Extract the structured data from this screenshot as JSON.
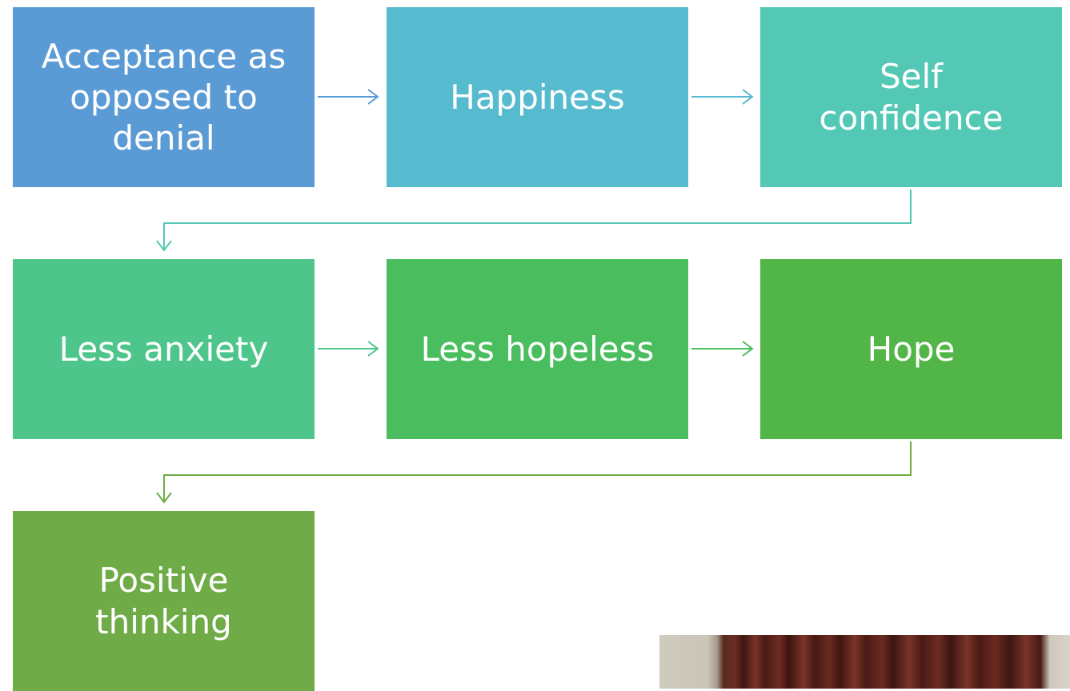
{
  "diagram": {
    "nodes": [
      {
        "id": "n1",
        "lines": [
          "Acceptance as",
          "opposed to",
          "denial"
        ],
        "color": "#5b9bd5"
      },
      {
        "id": "n2",
        "lines": [
          "Happiness"
        ],
        "color": "#56bbce"
      },
      {
        "id": "n3",
        "lines": [
          "Self",
          "confidence"
        ],
        "color": "#53c9b5"
      },
      {
        "id": "n4",
        "lines": [
          "Less anxiety"
        ],
        "color": "#4ec68b"
      },
      {
        "id": "n5",
        "lines": [
          "Less hopeless"
        ],
        "color": "#4abd5f"
      },
      {
        "id": "n6",
        "lines": [
          "Hope"
        ],
        "color": "#52b548"
      },
      {
        "id": "n7",
        "lines": [
          "Positive",
          "thinking"
        ],
        "color": "#6fac47"
      }
    ],
    "edges": [
      {
        "from": "n1",
        "to": "n2",
        "color": "#5b9bd5"
      },
      {
        "from": "n2",
        "to": "n3",
        "color": "#56bbce"
      },
      {
        "from": "n3",
        "to": "n4",
        "color": "#53c9b5"
      },
      {
        "from": "n4",
        "to": "n5",
        "color": "#4ec68b"
      },
      {
        "from": "n5",
        "to": "n6",
        "color": "#4abd5f"
      },
      {
        "from": "n6",
        "to": "n7",
        "color": "#6fac47"
      }
    ]
  },
  "photo": {
    "subject": "curtain-photo"
  }
}
